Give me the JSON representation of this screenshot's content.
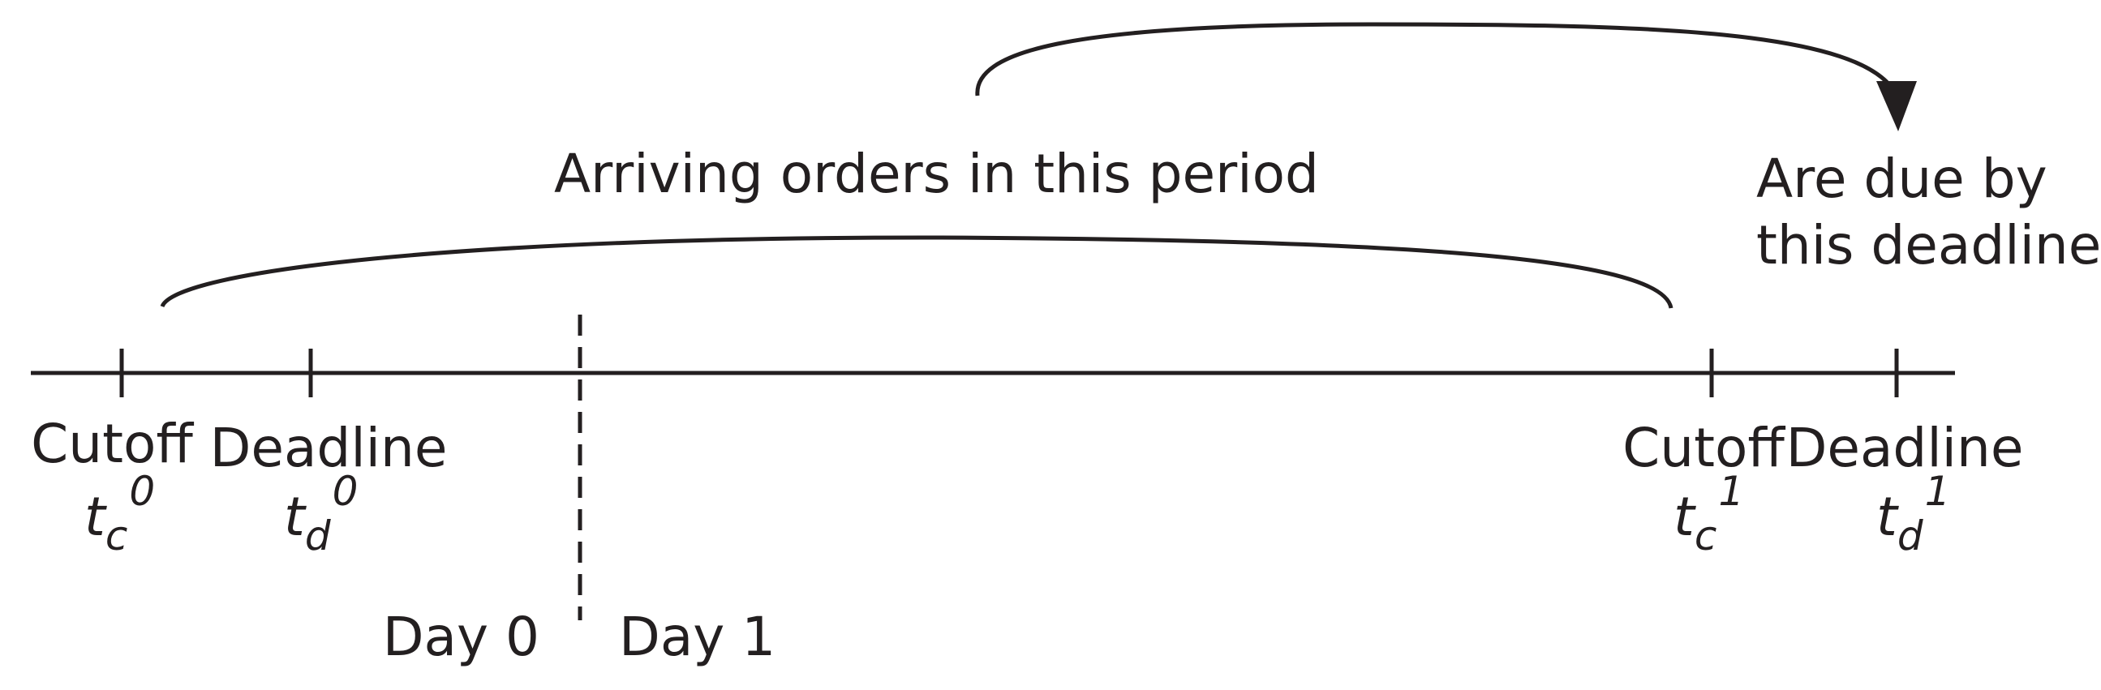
{
  "annotations": {
    "arriving_orders": "Arriving orders in this period",
    "due_line1": "Are due by",
    "due_line2": "this deadline"
  },
  "day_labels": {
    "day0": "Day 0",
    "day1": "Day 1"
  },
  "ticks": [
    {
      "label": "Cutoff",
      "symbol": "t",
      "subscript": "c",
      "superscript": "0"
    },
    {
      "label": "Deadline",
      "symbol": "t",
      "subscript": "d",
      "superscript": "0"
    },
    {
      "label": "Cutoff",
      "symbol": "t",
      "subscript": "c",
      "superscript": "1"
    },
    {
      "label": "Deadline",
      "symbol": "t",
      "subscript": "d",
      "superscript": "1"
    }
  ]
}
